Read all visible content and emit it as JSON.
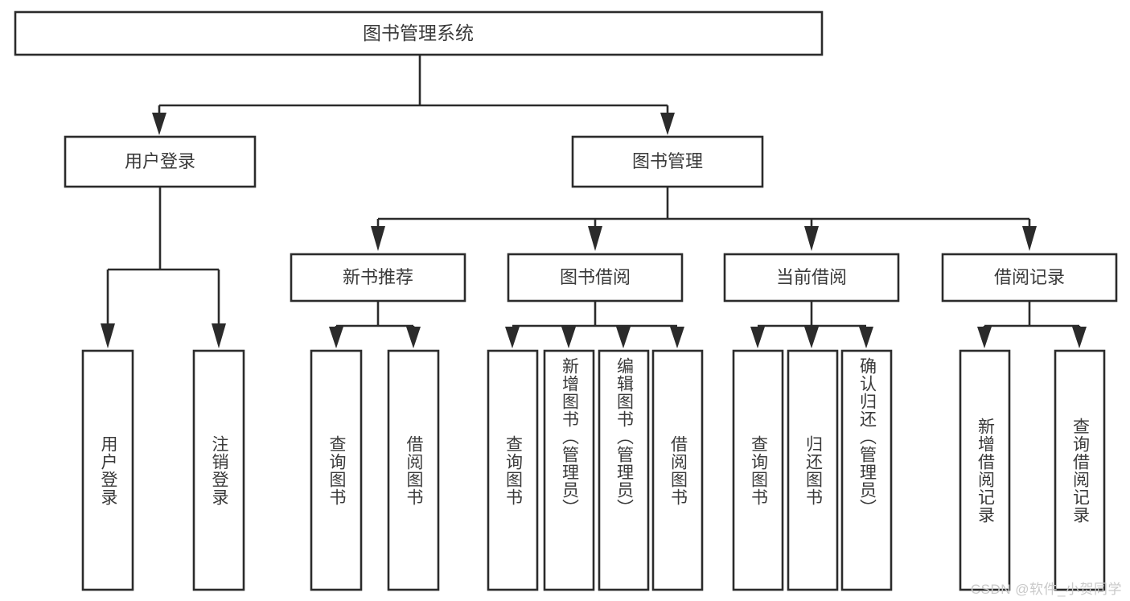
{
  "diagram": {
    "title": "图书管理系统",
    "type": "hierarchy-tree",
    "root": {
      "id": "root",
      "label": "图书管理系统"
    },
    "level2": [
      {
        "id": "user-login",
        "label": "用户登录"
      },
      {
        "id": "book-management",
        "label": "图书管理"
      }
    ],
    "level3": [
      {
        "id": "new-book-recommend",
        "label": "新书推荐",
        "parent": "book-management"
      },
      {
        "id": "book-borrow",
        "label": "图书借阅",
        "parent": "book-management"
      },
      {
        "id": "current-borrow",
        "label": "当前借阅",
        "parent": "book-management"
      },
      {
        "id": "borrow-record",
        "label": "借阅记录",
        "parent": "book-management"
      }
    ],
    "leaves": {
      "user_login": [
        {
          "id": "leaf-user-login",
          "label": "用户登录"
        },
        {
          "id": "leaf-logout-login",
          "label": "注销登录"
        }
      ],
      "new_book_recommend": [
        {
          "id": "leaf-query-book-1",
          "label": "查询图书"
        },
        {
          "id": "leaf-borrow-book-1",
          "label": "借阅图书"
        }
      ],
      "book_borrow": [
        {
          "id": "leaf-query-book-2",
          "label": "查询图书"
        },
        {
          "id": "leaf-add-book",
          "label": "新增图书（管理员）"
        },
        {
          "id": "leaf-edit-book",
          "label": "编辑图书（管理员）"
        },
        {
          "id": "leaf-borrow-book-2",
          "label": "借阅图书"
        }
      ],
      "current_borrow": [
        {
          "id": "leaf-query-book-3",
          "label": "查询图书"
        },
        {
          "id": "leaf-return-book",
          "label": "归还图书"
        },
        {
          "id": "leaf-confirm-return",
          "label": "确认归还（管理员）"
        }
      ],
      "borrow_record": [
        {
          "id": "leaf-add-record",
          "label": "新增借阅记录"
        },
        {
          "id": "leaf-query-record",
          "label": "查询借阅记录"
        }
      ]
    }
  },
  "watermark": {
    "text": "CSDN @软件_小贺同学"
  },
  "colors": {
    "stroke": "#2b2b2b",
    "box_fill": "#ffffff",
    "text": "#3a3a3a",
    "watermark": "#c9c9c9",
    "background": "#ffffff"
  }
}
